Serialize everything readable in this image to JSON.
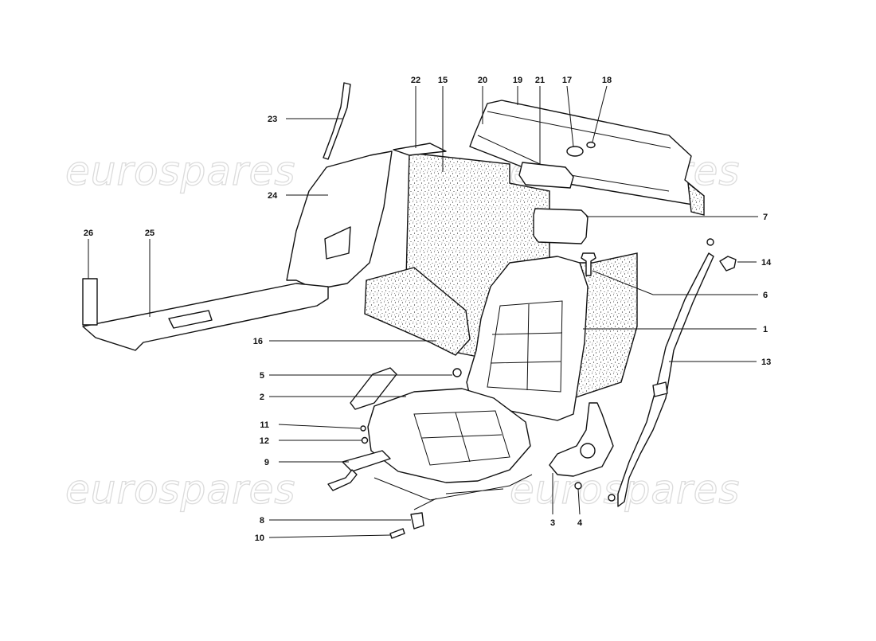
{
  "watermark": {
    "text": "eurospares",
    "color": "#d6d6d6"
  },
  "callouts": [
    {
      "id": "1",
      "label": "1"
    },
    {
      "id": "2",
      "label": "2"
    },
    {
      "id": "3",
      "label": "3"
    },
    {
      "id": "4",
      "label": "4"
    },
    {
      "id": "5",
      "label": "5"
    },
    {
      "id": "6",
      "label": "6"
    },
    {
      "id": "7",
      "label": "7"
    },
    {
      "id": "8",
      "label": "8"
    },
    {
      "id": "9",
      "label": "9"
    },
    {
      "id": "10",
      "label": "10"
    },
    {
      "id": "11",
      "label": "11"
    },
    {
      "id": "12",
      "label": "12"
    },
    {
      "id": "13",
      "label": "13"
    },
    {
      "id": "14",
      "label": "14"
    },
    {
      "id": "15",
      "label": "15"
    },
    {
      "id": "16",
      "label": "16"
    },
    {
      "id": "17",
      "label": "17"
    },
    {
      "id": "18",
      "label": "18"
    },
    {
      "id": "19",
      "label": "19"
    },
    {
      "id": "20",
      "label": "20"
    },
    {
      "id": "21",
      "label": "21"
    },
    {
      "id": "22",
      "label": "22"
    },
    {
      "id": "23",
      "label": "23"
    },
    {
      "id": "24",
      "label": "24"
    },
    {
      "id": "25",
      "label": "25"
    },
    {
      "id": "26",
      "label": "26"
    }
  ]
}
